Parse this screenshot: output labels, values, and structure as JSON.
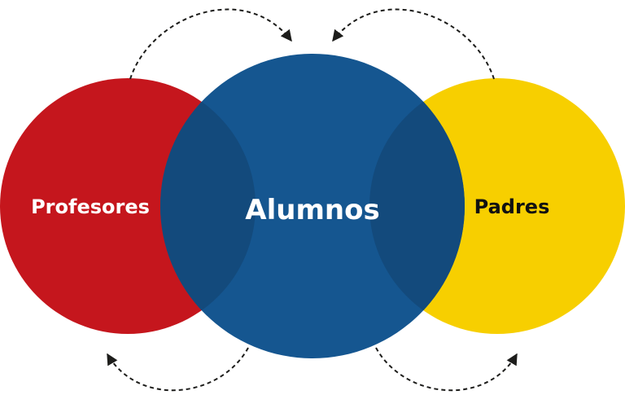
{
  "circles": [
    {
      "id": "profesores",
      "label": "Profesores",
      "color": "#c5161d",
      "text_color": "#ffffff"
    },
    {
      "id": "alumnos",
      "label": "Alumnos",
      "color": "#155690",
      "text_color": "#ffffff"
    },
    {
      "id": "padres",
      "label": "Padres",
      "color": "#f7cf00",
      "text_color": "#111111"
    }
  ],
  "overlap_color": "#134a7c",
  "arrow_color": "#1d1d1b"
}
